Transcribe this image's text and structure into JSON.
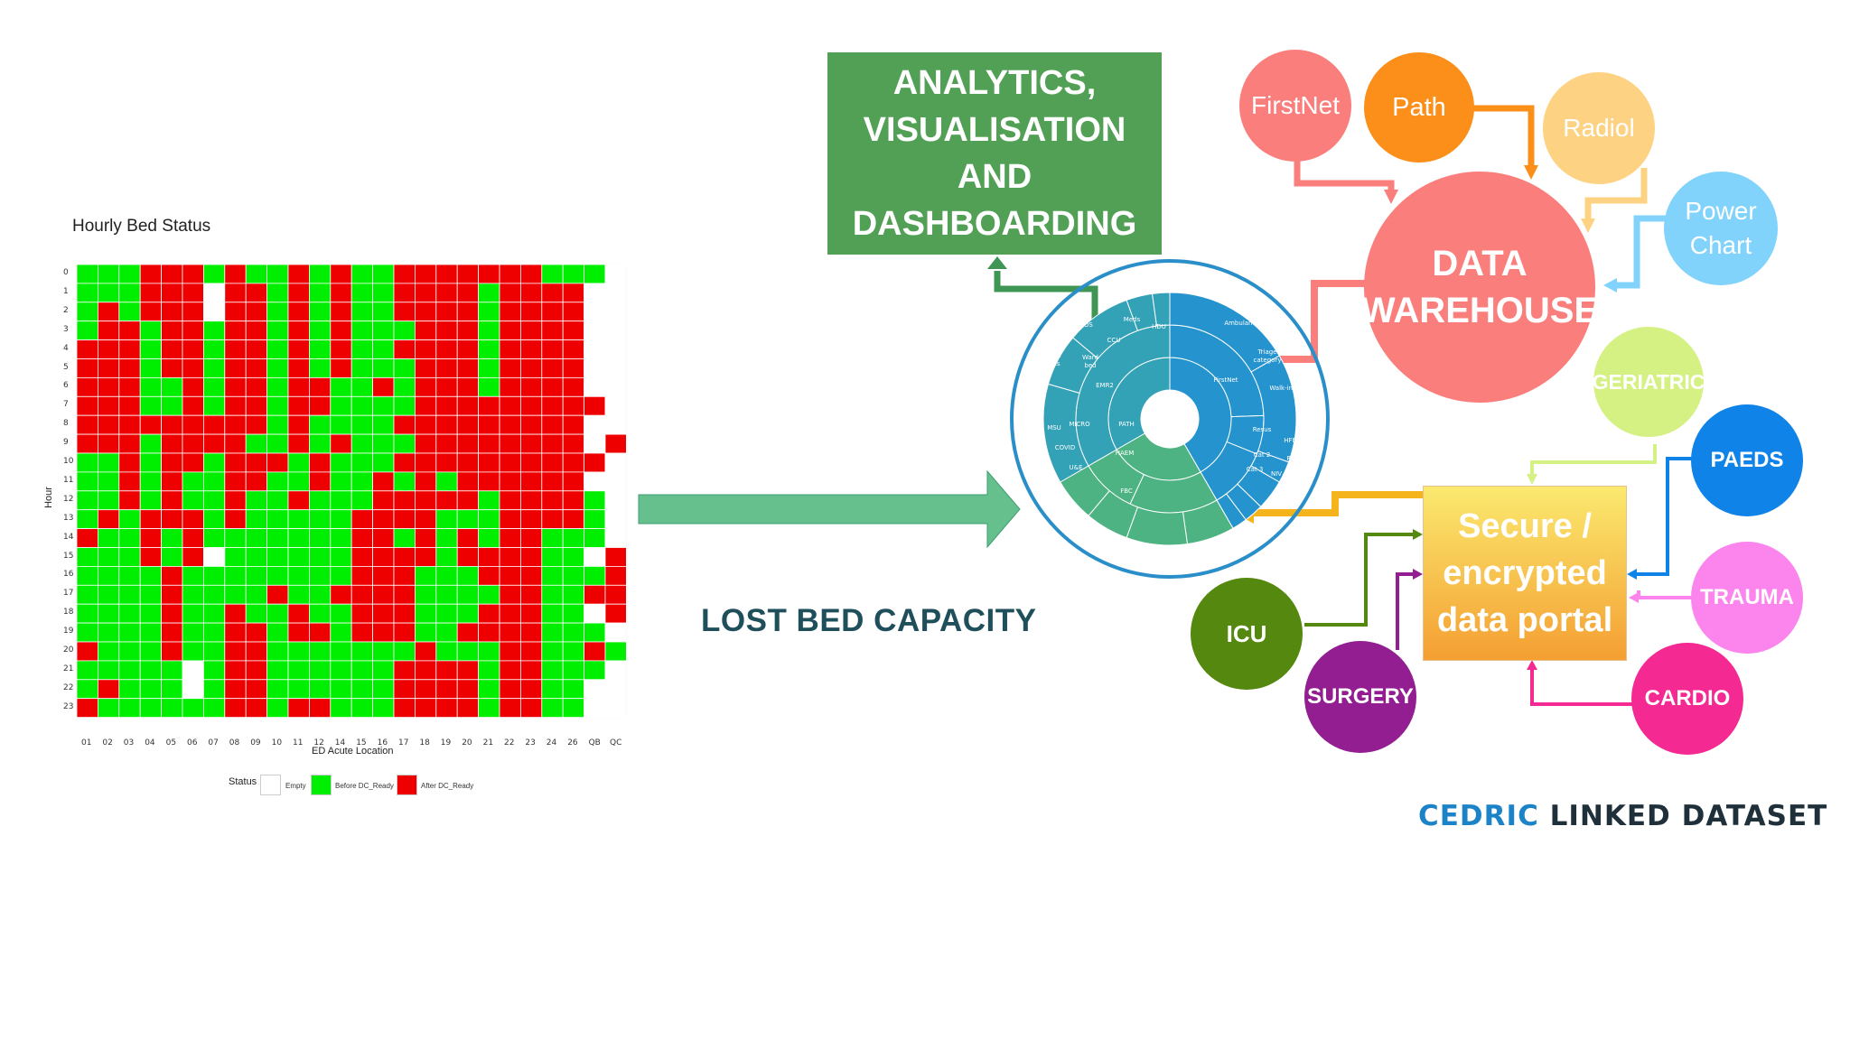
{
  "heatmap": {
    "title": "Hourly Bed Status",
    "ylabel": "Hour",
    "xlabel": "ED Acute Location",
    "hours": [
      "0",
      "1",
      "2",
      "3",
      "4",
      "5",
      "6",
      "7",
      "8",
      "9",
      "10",
      "11",
      "12",
      "13",
      "14",
      "15",
      "16",
      "17",
      "18",
      "19",
      "20",
      "21",
      "22",
      "23"
    ],
    "locations": [
      "01",
      "02",
      "03",
      "04",
      "05",
      "06",
      "07",
      "08",
      "09",
      "10",
      "11",
      "12",
      "14",
      "15",
      "16",
      "17",
      "18",
      "19",
      "20",
      "21",
      "22",
      "23",
      "24",
      "26",
      "QB",
      "QC"
    ],
    "legend": {
      "title": "Status",
      "items": [
        {
          "label": "Empty",
          "color": "#ffffff"
        },
        {
          "label": "Before DC_Ready",
          "color": "#00ee00"
        },
        {
          "label": "After DC_Ready",
          "color": "#ee0000"
        }
      ]
    }
  },
  "chart_data": {
    "type": "heatmap",
    "title": "Hourly Bed Status",
    "xlabel": "ED Acute Location",
    "ylabel": "Hour",
    "x": [
      "01",
      "02",
      "03",
      "04",
      "05",
      "06",
      "07",
      "08",
      "09",
      "10",
      "11",
      "12",
      "14",
      "15",
      "16",
      "17",
      "18",
      "19",
      "20",
      "21",
      "22",
      "23",
      "24",
      "26",
      "QB",
      "QC"
    ],
    "y": [
      "0",
      "1",
      "2",
      "3",
      "4",
      "5",
      "6",
      "7",
      "8",
      "9",
      "10",
      "11",
      "12",
      "13",
      "14",
      "15",
      "16",
      "17",
      "18",
      "19",
      "20",
      "21",
      "22",
      "23"
    ],
    "legend": "bottom",
    "codes": {
      "0": "Empty",
      "1": "Before DC_Ready",
      "2": "After DC_Ready"
    },
    "matrix": [
      "11122212112121122222221110",
      "11122202212121122221222200",
      "12122202212121122221222200",
      "12212212212121112221222200",
      "22212212212121122221222200",
      "22212212212121112221222200",
      "22211212212211212221222200",
      "22211212212211112222222220",
      "22222222212111122222222200",
      "22212222112121112222222202",
      "11212212221211122222222220",
      "11212112211211212122222200",
      "11212112112111222221222210",
      "12122212111112222111222210",
      "21121211111112212121221110",
      "11121201111112222122221102",
      "11112111111112221112221112",
      "11112111121122221111221122",
      "11112112112112221112221102",
      "11112112212212221122221110",
      "21112112211111112111221121",
      "11111012211111122221221110",
      "12111012211111122221221100",
      "21111112212211122221221100"
    ]
  },
  "flow_label": "LOST BED CAPACITY",
  "analytics_box": "ANALYTICS,\nVISUALISATION\nAND\nDASHBOARDING",
  "warehouse": "DATA\nWAREHOUSE",
  "portal": "Secure /\nencrypted\ndata portal",
  "sources": [
    {
      "label": "FirstNet",
      "color": "#f97e7c"
    },
    {
      "label": "Path",
      "color": "#fb8f1a"
    },
    {
      "label": "Radiol",
      "color": "#fdd383"
    },
    {
      "label": "Power\nChart",
      "color": "#82d3fb"
    }
  ],
  "specialties": [
    {
      "label": "GERIATRIC",
      "color": "#d5f183"
    },
    {
      "label": "PAEDS",
      "color": "#1083e8"
    },
    {
      "label": "TRAUMA",
      "color": "#fb84ed"
    },
    {
      "label": "CARDIO",
      "color": "#f42991"
    },
    {
      "label": "SURGERY",
      "color": "#921e91"
    },
    {
      "label": "ICU",
      "color": "#54880e"
    }
  ],
  "sunburst": {
    "segments": [
      "LOS",
      "Meds",
      "HDU",
      "CCU",
      "Discharge\ndiagnosis",
      "Ward\nbed",
      "EMR2",
      "Ambulance",
      "Triage\ncategory",
      "FirstNet",
      "Walk-ins",
      "Resus",
      "HFNC",
      "Cat 2",
      "RSI",
      "Cat 3",
      "NIV",
      "MSU",
      "MICRO",
      "PATH",
      "COVID",
      "HAEM",
      "U&E",
      "FBC"
    ]
  },
  "footer": {
    "part1": "CEDRIC",
    "part2": "LINKED DATASET",
    "color1": "#1d83c8",
    "color2": "#20303a"
  }
}
